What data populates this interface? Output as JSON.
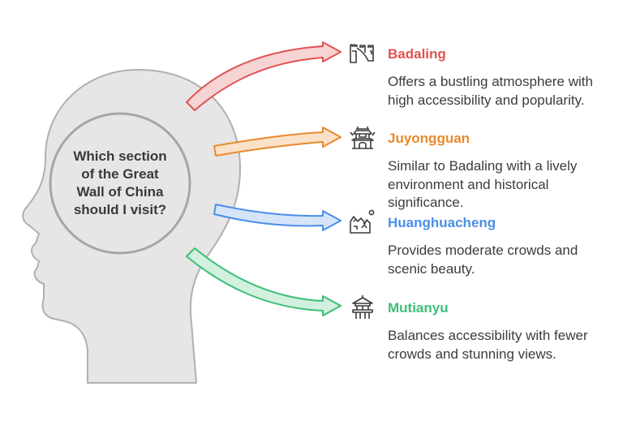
{
  "question": {
    "lines": [
      "Which section",
      "of the Great",
      "Wall of China",
      "should I visit?"
    ]
  },
  "options": [
    {
      "title": "Badaling",
      "description": "Offers a bustling atmosphere with high accessibility and popularity.",
      "color": "#e05252",
      "icon": "great-wall-icon"
    },
    {
      "title": "Juyongguan",
      "description": "Similar to Badaling with a lively environment and historical significance.",
      "color": "#e8892c",
      "icon": "pagoda-gate-icon"
    },
    {
      "title": "Huanghuacheng",
      "description": "Provides moderate crowds and scenic beauty.",
      "color": "#4a8fe7",
      "icon": "mountain-landscape-icon"
    },
    {
      "title": "Mutianyu",
      "description": "Balances accessibility with fewer crowds and stunning views.",
      "color": "#3cbf78",
      "icon": "watchtower-icon"
    }
  ]
}
